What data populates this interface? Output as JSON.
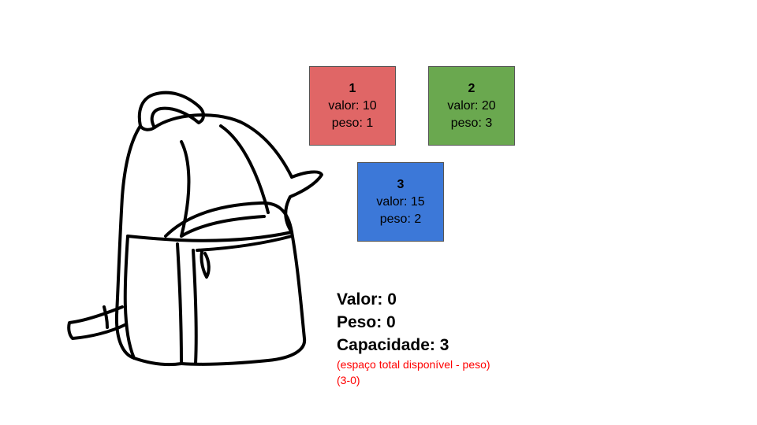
{
  "colors": {
    "item_1": "#e06666",
    "item_2": "#6aa84f",
    "item_3": "#3c78d8",
    "note": "#ff0000"
  },
  "backpack": {
    "icon": "backpack-icon"
  },
  "items": [
    {
      "number": "1",
      "valor": "valor: 10",
      "peso": "peso: 1"
    },
    {
      "number": "2",
      "valor": "valor: 20",
      "peso": "peso: 3"
    },
    {
      "number": "3",
      "valor": "valor: 15",
      "peso": "peso: 2"
    }
  ],
  "stats": {
    "valor": "Valor: 0",
    "peso": "Peso: 0",
    "capacidade": "Capacidade: 3"
  },
  "note": {
    "line1": "(espaço total disponível - peso)",
    "line2": "(3-0)"
  }
}
